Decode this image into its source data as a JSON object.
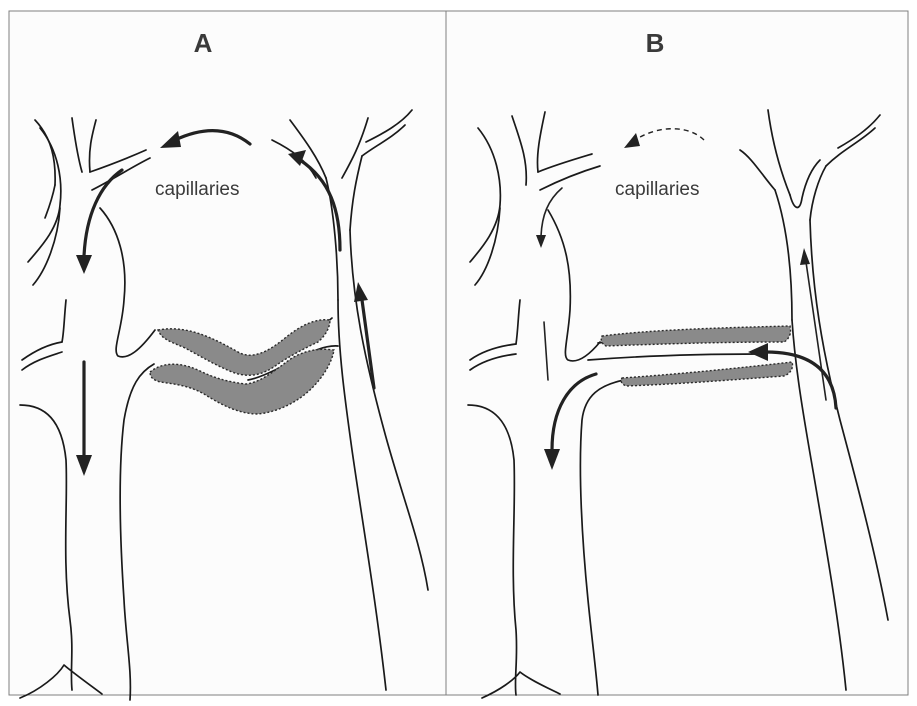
{
  "panels": [
    {
      "label": "A",
      "capillaries_label": "capillaries"
    },
    {
      "label": "B",
      "capillaries_label": "capillaries"
    }
  ],
  "colors": {
    "stroke": "#1a1a1a",
    "arrow": "#222222",
    "thrombus_fill": "#8a8a8a",
    "panel_background": "#fcfcfc",
    "border": "#7f7f7f"
  }
}
